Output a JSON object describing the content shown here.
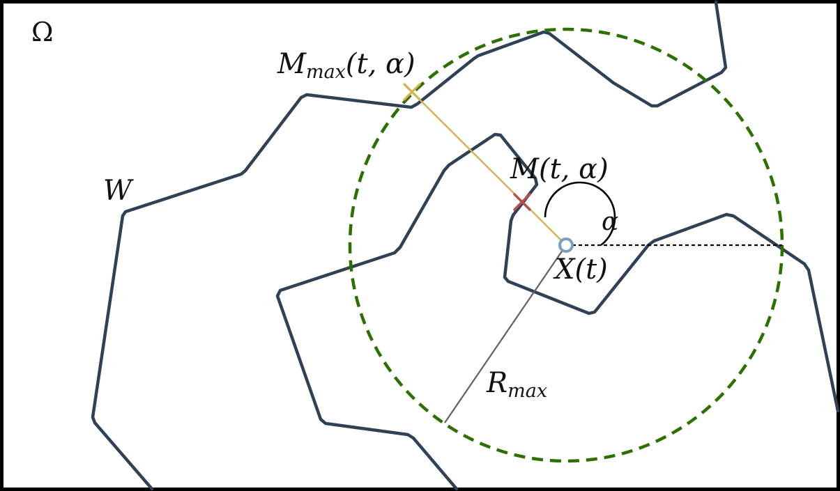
{
  "labels": {
    "domain": "Ω",
    "wall": "W",
    "m_max_main": "M",
    "m_max_sub": "max",
    "m_max_args": "(t, α)",
    "m_main": "M",
    "m_args": "(t, α)",
    "angle": "α",
    "position_main": "X",
    "position_args": "(t)",
    "radius_main": "R",
    "radius_sub": "max"
  },
  "colors": {
    "frame": "#000000",
    "wall": "#2f4154",
    "circle": "#2c7000",
    "ray": "#d4b24c",
    "hit_mark": "#b5504c",
    "point_fill": "#ffffff",
    "point_stroke": "#7a9cc9",
    "radius_line": "#606060",
    "reference_line": "#000000"
  }
}
